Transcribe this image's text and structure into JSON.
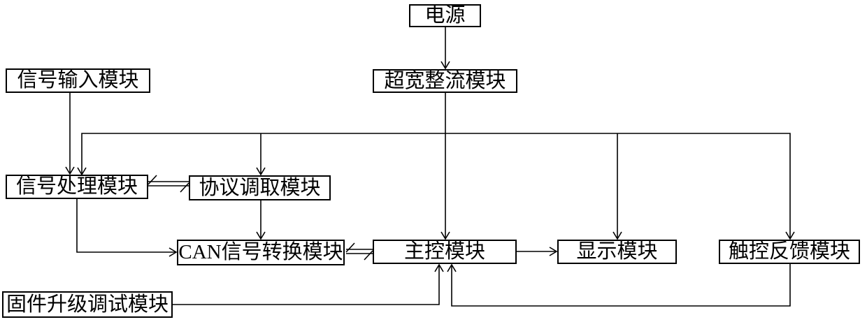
{
  "diagram": {
    "type": "block-diagram",
    "colors": {
      "background": "#ffffff",
      "line": "#000000",
      "box_border": "#000000",
      "text": "#000000"
    },
    "nodes": {
      "power": {
        "label": "电源"
      },
      "rectifier": {
        "label": "超宽整流模块"
      },
      "signal_input": {
        "label": "信号输入模块"
      },
      "signal_processing": {
        "label": "信号处理模块"
      },
      "protocol": {
        "label": "协议调取模块"
      },
      "can_conversion": {
        "label": "CAN信号转换模块"
      },
      "main_control": {
        "label": "主控模块"
      },
      "display": {
        "label": "显示模块"
      },
      "touch_feedback": {
        "label": "触控反馈模块"
      },
      "firmware": {
        "label": "固件升级调试模块"
      }
    },
    "edges": [
      {
        "from": "电源",
        "to": "超宽整流模块",
        "style": "arrow"
      },
      {
        "from": "超宽整流模块",
        "to": "主控模块",
        "style": "arrow",
        "via": "power-bus"
      },
      {
        "from": "超宽整流模块",
        "to": "信号处理模块",
        "style": "arrow",
        "via": "power-bus"
      },
      {
        "from": "超宽整流模块",
        "to": "协议调取模块",
        "style": "arrow",
        "via": "power-bus"
      },
      {
        "from": "超宽整流模块",
        "to": "显示模块",
        "style": "arrow",
        "via": "power-bus"
      },
      {
        "from": "超宽整流模块",
        "to": "触控反馈模块",
        "style": "arrow",
        "via": "power-bus"
      },
      {
        "from": "信号输入模块",
        "to": "信号处理模块",
        "style": "arrow"
      },
      {
        "from": "信号处理模块",
        "to": "协议调取模块",
        "style": "double-line-bidirectional"
      },
      {
        "from": "协议调取模块",
        "to": "CAN信号转换模块",
        "style": "arrow"
      },
      {
        "from": "信号处理模块",
        "to": "CAN信号转换模块",
        "style": "arrow"
      },
      {
        "from": "CAN信号转换模块",
        "to": "主控模块",
        "style": "double-line-bidirectional"
      },
      {
        "from": "主控模块",
        "to": "显示模块",
        "style": "arrow"
      },
      {
        "from": "固件升级调试模块",
        "to": "主控模块",
        "style": "arrow"
      },
      {
        "from": "触控反馈模块",
        "to": "主控模块",
        "style": "arrow"
      }
    ]
  }
}
